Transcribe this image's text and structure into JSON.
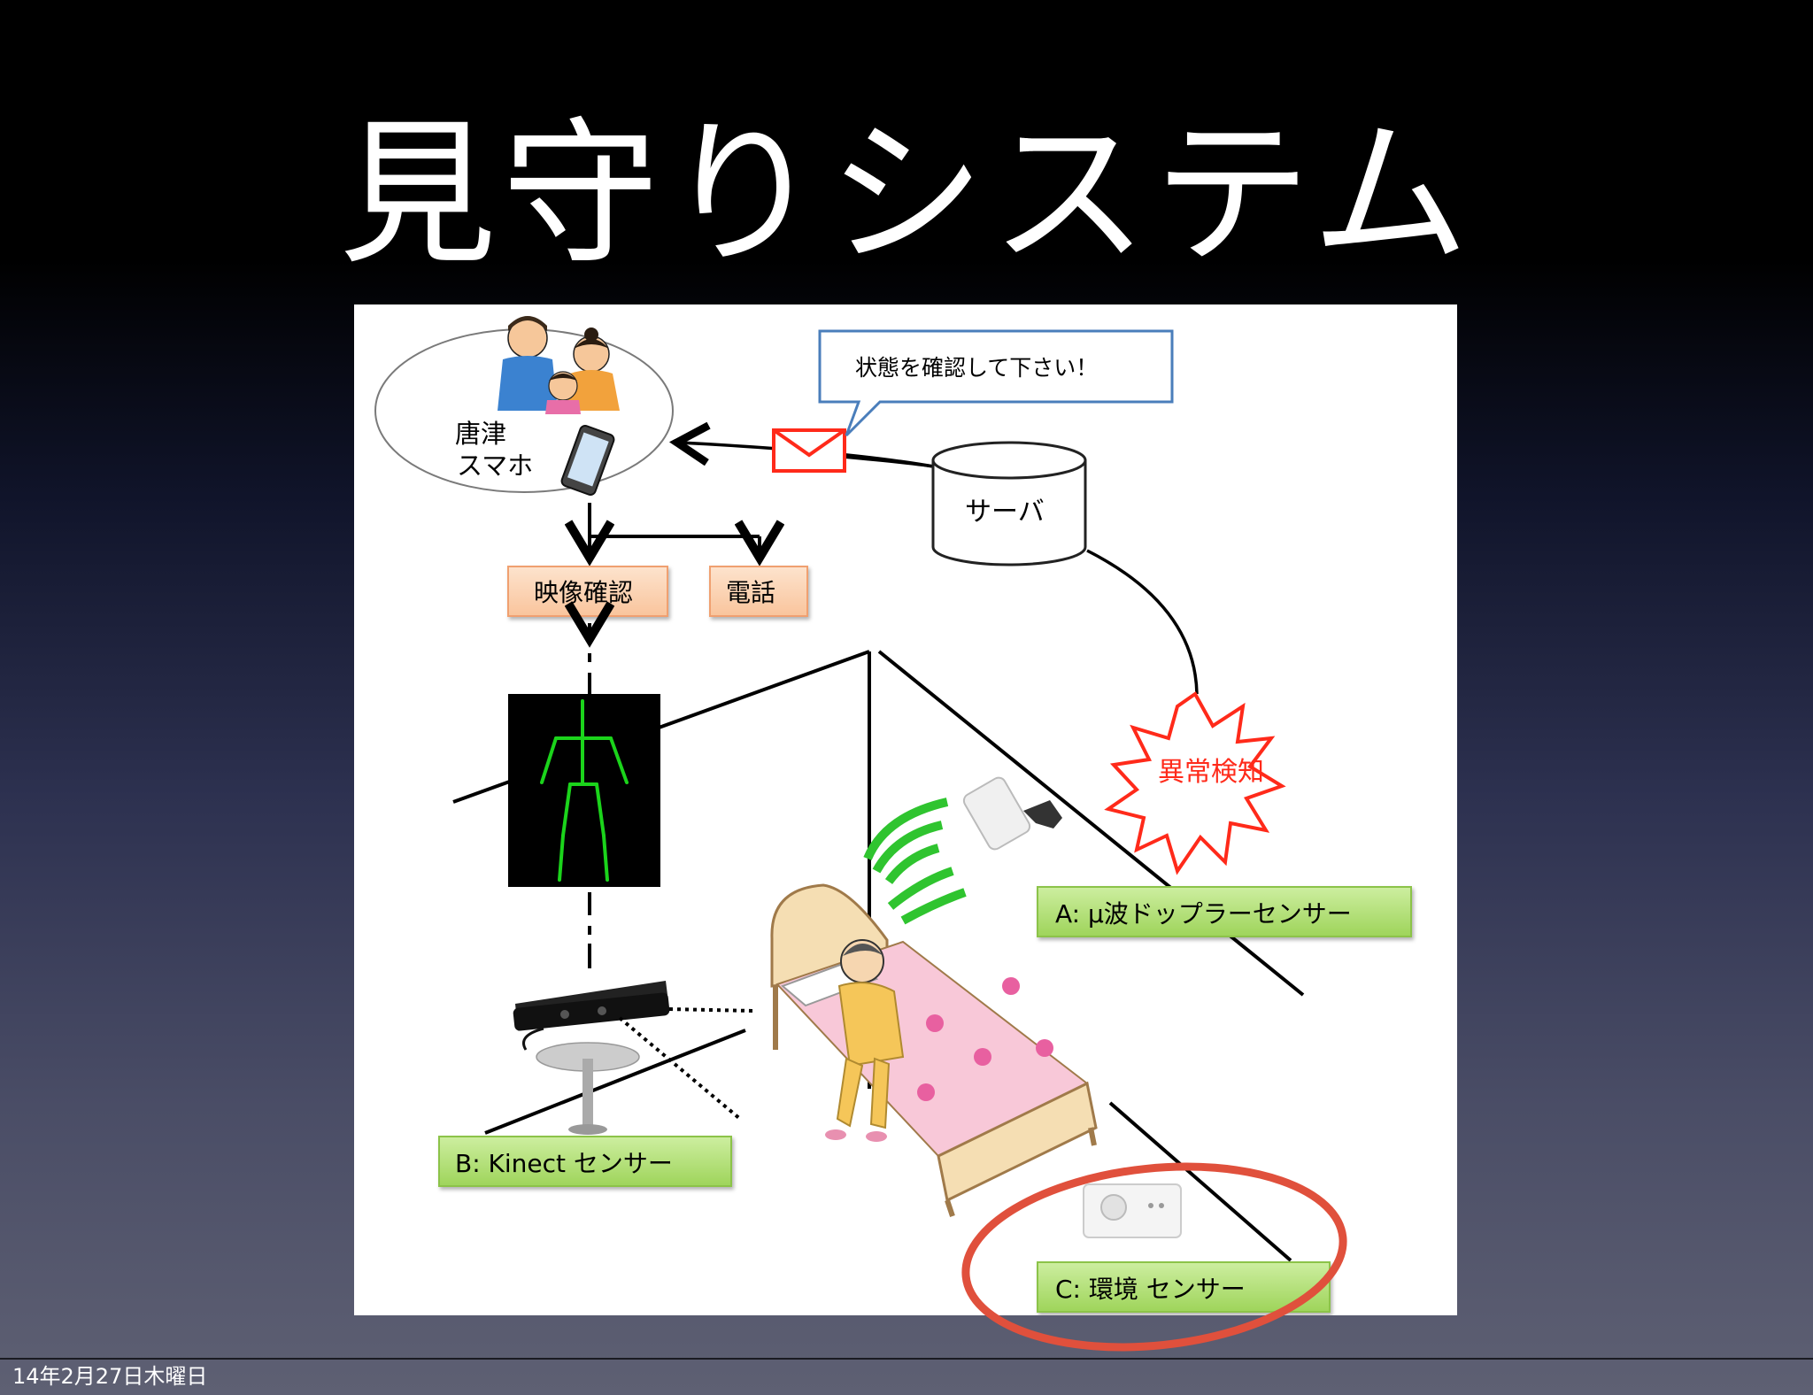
{
  "slide": {
    "title": "見守りシステム",
    "footer_date": "14年2月27日木曜日"
  },
  "family": {
    "label_line1": "唐津",
    "label_line2": "スマホ"
  },
  "message": {
    "text": "状態を確認して下さい！"
  },
  "server": {
    "label": "サーバ"
  },
  "actions": [
    {
      "label": "映像確認"
    },
    {
      "label": "電話"
    }
  ],
  "alert": {
    "label": "異常検知",
    "color": "#ff2a1a"
  },
  "sensors": [
    {
      "label": "A: μ波ドップラーセンサー"
    },
    {
      "label": "B: Kinect センサー"
    },
    {
      "label": "C: 環境 センサー"
    }
  ],
  "colors": {
    "action_fill": "#fbd5b5",
    "action_border": "#f0a070",
    "sensor_fill": "#b6e27a",
    "sensor_border": "#8cc34a",
    "message_border": "#4a7ebb",
    "highlight_ring": "#e0503c",
    "skeleton": "#1bd41b"
  }
}
